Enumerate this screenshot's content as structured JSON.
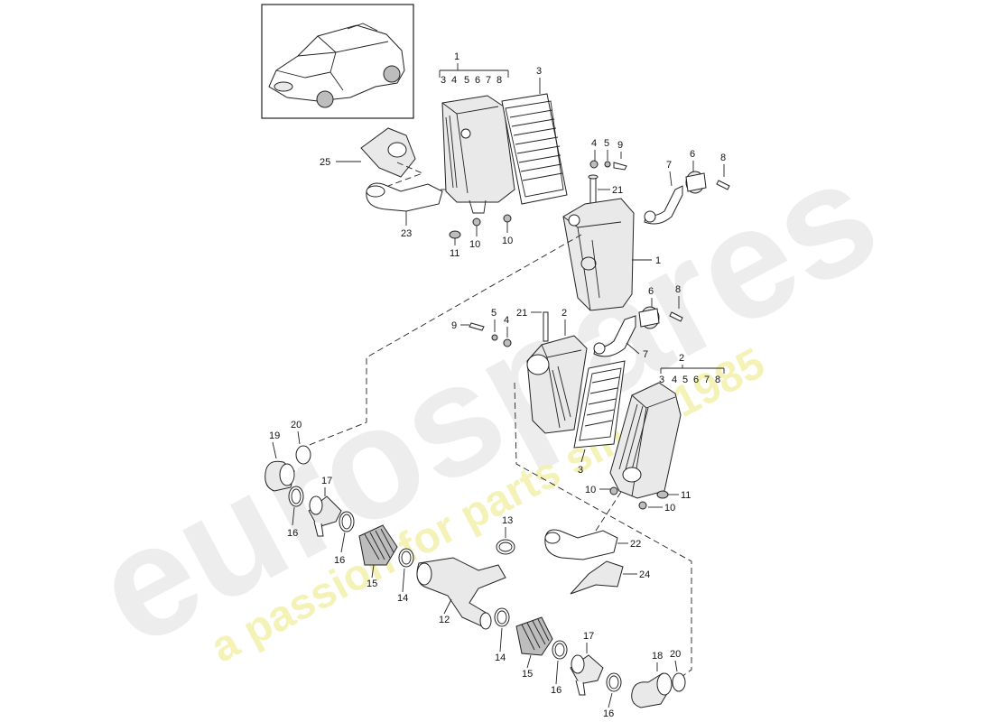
{
  "watermark": {
    "brand": "eurospares",
    "tagline": "a passion for parts since 1985",
    "brand_color": "#e8e8e8",
    "tagline_color": "#f3efa6"
  },
  "group_top": {
    "number": "1",
    "sub": [
      "3",
      "4",
      "5",
      "6",
      "7",
      "8"
    ]
  },
  "group_right": {
    "number": "2",
    "sub": [
      "3",
      "4",
      "5",
      "6",
      "7",
      "8"
    ]
  },
  "callouts": {
    "c3a": "3",
    "c25": "25",
    "c23": "23",
    "c11a": "11",
    "c10a": "10",
    "c10b": "10",
    "c4a": "4",
    "c5a": "5",
    "c9a": "9",
    "c6a": "6",
    "c7a": "7",
    "c8a": "8",
    "c21a": "21",
    "c1b": "1",
    "c6b": "6",
    "c8b": "8",
    "c21b": "21",
    "c2b": "2",
    "c9b": "9",
    "c5b": "5",
    "c4b": "4",
    "c7b": "7",
    "c3b": "3",
    "c10c": "10",
    "c11b": "11",
    "c10d": "10",
    "c20a": "20",
    "c19": "19",
    "c17a": "17",
    "c16a": "16",
    "c16b": "16",
    "c15a": "15",
    "c14a": "14",
    "c13": "13",
    "c12": "12",
    "c14b": "14",
    "c15b": "15",
    "c17b": "17",
    "c16c": "16",
    "c16d": "16",
    "c18": "18",
    "c20b": "20",
    "c22": "22",
    "c24": "24"
  }
}
